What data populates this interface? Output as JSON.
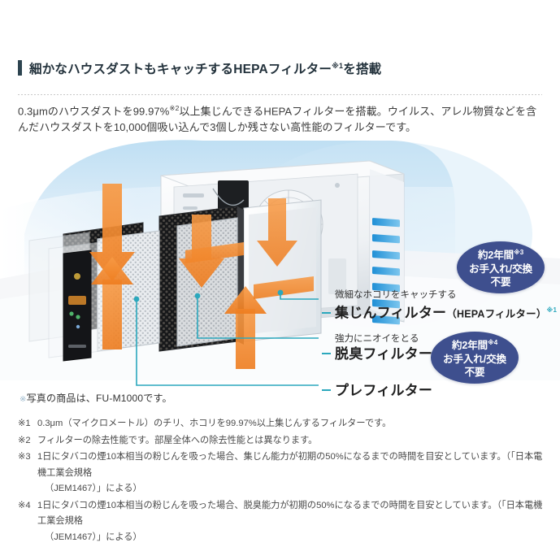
{
  "header": {
    "title_pre": "細かなハウスダストもキャッチするHEPAフィルター",
    "title_sup": "※1",
    "title_post": "を搭載"
  },
  "lead": {
    "part1": "0.3μmのハウスダストを99.97%",
    "sup": "※2",
    "part2": "以上集じんできるHEPAフィルターを搭載。ウイルス、アレル物質などを含んだハウスダストを10,000個吸い込んで3個しか残さない高性能のフィルターです。"
  },
  "callouts": [
    {
      "id": "dust-filter",
      "kicker": "微細なホコリをキャッチする",
      "label": "集じんフィルター",
      "paren": "（HEPAフィルター）",
      "sup": "※1"
    },
    {
      "id": "deodorizing-filter",
      "kicker": "強力にニオイをとる",
      "label": "脱臭フィルター",
      "paren": "",
      "sup": ""
    },
    {
      "id": "pre-filter",
      "kicker": "",
      "label": "プレフィルター",
      "paren": "",
      "sup": ""
    }
  ],
  "badges": [
    {
      "id": "badge-dust",
      "line1": "約2年間",
      "line1_sup": "※3",
      "line2": "お手入れ/交換",
      "line3": "不要"
    },
    {
      "id": "badge-deodorizing",
      "line1": "約2年間",
      "line1_sup": "※4",
      "line2": "お手入れ/交換",
      "line3": "不要"
    }
  ],
  "product_note": {
    "mark": "※",
    "text": "写真の商品は、FU-M1000です。"
  },
  "footnotes": [
    {
      "mark": "※1",
      "text": "0.3μm（マイクロメートル）のチリ、ホコリを99.97%以上集じんするフィルターです。",
      "cont": ""
    },
    {
      "mark": "※2",
      "text": "フィルターの除去性能です。部屋全体への除去性能とは異なります。",
      "cont": ""
    },
    {
      "mark": "※3",
      "text": "1日にタバコの煙10本相当の粉じんを吸った場合、集じん能力が初期の50%になるまでの時間を目安としています。（「日本電機工業会規格",
      "cont": "（JEM1467）」による）"
    },
    {
      "mark": "※4",
      "text": "1日にタバコの煙10本相当の粉じんを吸った場合、脱臭能力が初期の50%になるまでの時間を目安としています。（「日本電機工業会規格",
      "cont": "（JEM1467）」による）"
    }
  ],
  "colors": {
    "accent_bar": "#2d4450",
    "leader_line": "#2ba8bd",
    "badge_fill": "#3e4f8e",
    "airflow_arrow": "#f08429",
    "background_arc": "#bcdcf2"
  },
  "illustration": {
    "alt": "空気清浄機の分解図。プレフィルター、脱臭フィルター、集じんフィルターの3層構造と、オレンジ色の気流矢印を示す。"
  }
}
